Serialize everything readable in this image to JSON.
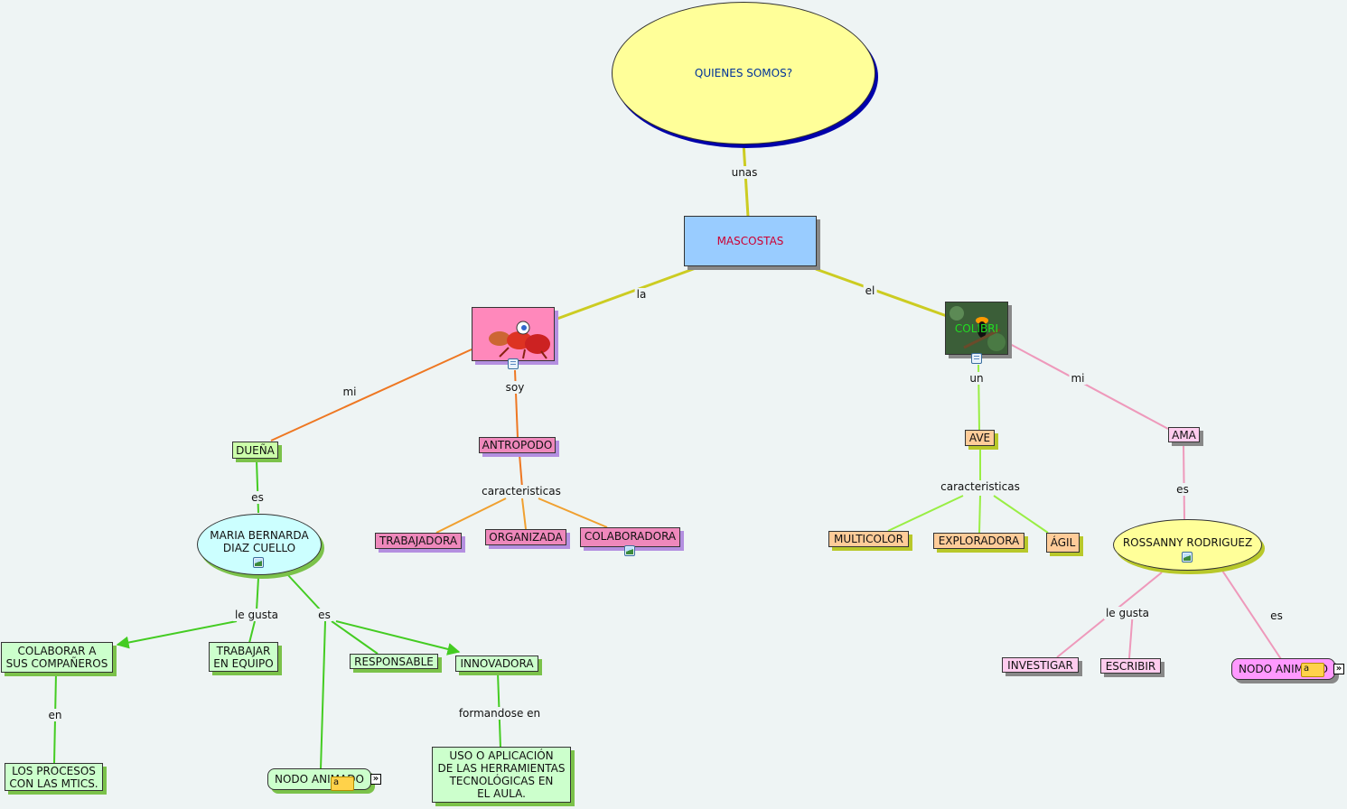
{
  "root": {
    "title": "QUIENES SOMOS?"
  },
  "links": {
    "unas": "unas",
    "la": "la",
    "el": "el",
    "mi_left": "mi",
    "soy": "soy",
    "un": "un",
    "mi_right": "mi",
    "es_duena": "es",
    "caracteristicas_ant": "caracteristicas",
    "caracteristicas_ave": "caracteristicas",
    "es_ama": "es",
    "le_gusta_left": "le gusta",
    "es_maria": "es",
    "en": "en",
    "formandose_en": "formandose en",
    "le_gusta_right": "le gusta",
    "es_ross": "es"
  },
  "nodes": {
    "mascostas": "MASCOSTAS",
    "colibri": "COLIBRI",
    "duena": "DUEÑA",
    "antropodo": "ANTROPODO",
    "ave": "AVE",
    "ama": "AMA",
    "maria_line1": "MARIA BERNARDA",
    "maria_line2": "DIAZ CUELLO",
    "trabajadora": "TRABAJADORA",
    "organizada": "ORGANIZADA",
    "colaboradora": "COLABORADORA",
    "multicolor": "MULTICOLOR",
    "exploradora": "EXPLORADORA",
    "agil": "ÁGIL",
    "rossanny": "ROSSANNY RODRIGUEZ",
    "colaborar_line1": "COLABORAR A",
    "colaborar_line2": "SUS COMPAÑEROS",
    "trabajar_line1": "TRABAJAR",
    "trabajar_line2": "EN EQUIPO",
    "responsable": "RESPONSABLE",
    "innovadora": "INNOVADORA",
    "procesos_line1": "LOS PROCESOS",
    "procesos_line2": "CON LAS MTICS.",
    "nodo_animado_left": "NODO ANIMADO",
    "uso_line1": "USO O APLICACIÓN",
    "uso_line2": "DE LAS HERRAMIENTAS",
    "uso_line3": "TECNOLÓGICAS EN",
    "uso_line4": "EL AULA.",
    "investigar": "INVESTIGAR",
    "escribir": "ESCRIBIR",
    "nodo_animado_right": "NODO ANIMADO"
  },
  "icons": {
    "note_glyph": "a",
    "expand_glyph": "»"
  },
  "colors": {
    "root_fill": "#ffff99",
    "root_shadow": "#0000aa",
    "mascostas_fill": "#99ccff",
    "mascostas_text": "#cc0033",
    "root_text": "#003399",
    "pink_node": "#ee88bb",
    "peach_node": "#ffcc99",
    "green_node": "#ccffcc",
    "cyan_node": "#ccffff",
    "light_pink": "#ffccee",
    "magenta_node": "#ff99ff",
    "yellow_link": "#cccc22",
    "orange_link": "#ee8822",
    "lime_link": "#99ee44",
    "pink_link": "#ee99bb",
    "green_link": "#44cc22"
  }
}
